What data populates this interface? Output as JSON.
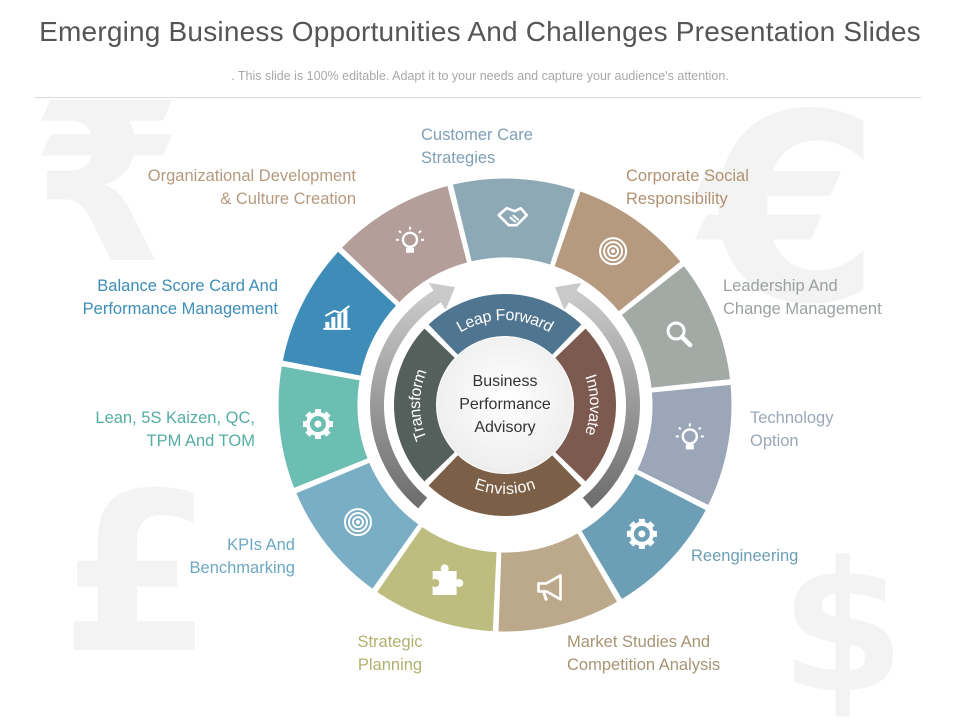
{
  "header": {
    "title": "Emerging Business Opportunities And Challenges Presentation Slides",
    "subtitle": ". This slide is 100% editable. Adapt it to your needs and capture your audience's attention."
  },
  "center": {
    "lines": [
      "Business",
      "Performance",
      "Advisory"
    ]
  },
  "inner_ring": [
    {
      "label": "Leap Forward",
      "color": "#4f7590"
    },
    {
      "label": "Innovate",
      "color": "#7d5a4f"
    },
    {
      "label": "Envision",
      "color": "#7b6047"
    },
    {
      "label": "Transform",
      "color": "#55605c"
    }
  ],
  "segments": [
    {
      "lines": [
        "Customer Care",
        "Strategies"
      ],
      "color": "#8ea9b6",
      "text_color": "#7e9fb4",
      "icon": "handshake-icon"
    },
    {
      "lines": [
        "Corporate Social",
        "Responsibility"
      ],
      "color": "#b59a7f",
      "text_color": "#b09272",
      "icon": "target-icon"
    },
    {
      "lines": [
        "Leadership And",
        "Change Management"
      ],
      "color": "#a3aaa6",
      "text_color": "#9ba0a2",
      "icon": "magnifier-icon"
    },
    {
      "lines": [
        "Technology",
        "Option"
      ],
      "color": "#9ba7b9",
      "text_color": "#9ba7b9",
      "icon": "lightbulb-icon"
    },
    {
      "lines": [
        "Reengineering"
      ],
      "color": "#6c9fb5",
      "text_color": "#6c9fb5",
      "icon": "gear-icon"
    },
    {
      "lines": [
        "Market Studies And",
        "Competition Analysis"
      ],
      "color": "#bca88a",
      "text_color": "#a79474",
      "icon": "megaphone-icon"
    },
    {
      "lines": [
        "Strategic",
        "Planning"
      ],
      "color": "#bcbd7f",
      "text_color": "#b0b16f",
      "icon": "puzzle-icon"
    },
    {
      "lines": [
        "KPIs And",
        "Benchmarking"
      ],
      "color": "#7aaec5",
      "text_color": "#6ba8c2",
      "icon": "target-icon"
    },
    {
      "lines": [
        "Lean, 5S Kaizen, QC,",
        "TPM And TOM"
      ],
      "color": "#6bbeb1",
      "text_color": "#55ada3",
      "icon": "gear-icon"
    },
    {
      "lines": [
        "Balance Score Card And",
        "Performance Management"
      ],
      "color": "#3d8db8",
      "text_color": "#3d8db8",
      "icon": "bar-chart-icon"
    },
    {
      "lines": [
        "Organizational Development",
        "& Culture Creation"
      ],
      "color": "#b39e9a",
      "text_color": "#b59a7f",
      "icon": "lightbulb-icon"
    }
  ]
}
